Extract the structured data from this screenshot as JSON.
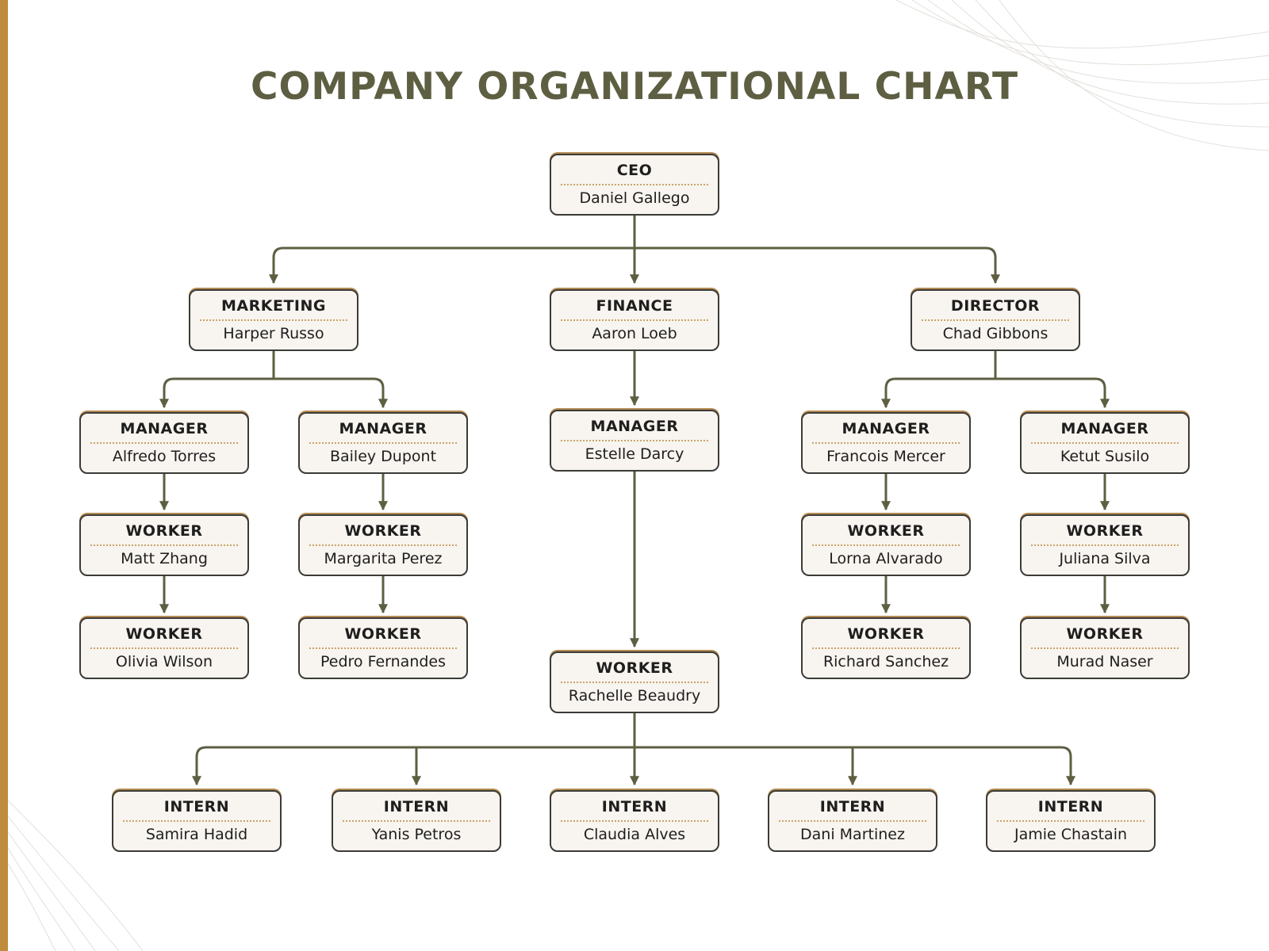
{
  "title": "COMPANY ORGANIZATIONAL CHART",
  "colors": {
    "title": "#5e5f42",
    "connector": "#5e5f42",
    "node_fill": "#f8f4ef",
    "node_border": "#3b3b38",
    "accent_border": "#bf8b3c"
  },
  "nodes": {
    "ceo": {
      "role": "CEO",
      "name": "Daniel Gallego"
    },
    "marketing": {
      "role": "MARKETING",
      "name": "Harper Russo"
    },
    "finance": {
      "role": "FINANCE",
      "name": "Aaron Loeb"
    },
    "director": {
      "role": "DIRECTOR",
      "name": "Chad Gibbons"
    },
    "mgr_alfredo": {
      "role": "MANAGER",
      "name": "Alfredo Torres"
    },
    "mgr_bailey": {
      "role": "MANAGER",
      "name": "Bailey Dupont"
    },
    "mgr_estelle": {
      "role": "MANAGER",
      "name": "Estelle Darcy"
    },
    "mgr_francois": {
      "role": "MANAGER",
      "name": "Francois Mercer"
    },
    "mgr_ketut": {
      "role": "MANAGER",
      "name": "Ketut Susilo"
    },
    "wkr_matt": {
      "role": "WORKER",
      "name": "Matt Zhang"
    },
    "wkr_margarita": {
      "role": "WORKER",
      "name": "Margarita Perez"
    },
    "wkr_lorna": {
      "role": "WORKER",
      "name": "Lorna Alvarado"
    },
    "wkr_juliana": {
      "role": "WORKER",
      "name": "Juliana Silva"
    },
    "wkr_olivia": {
      "role": "WORKER",
      "name": "Olivia Wilson"
    },
    "wkr_pedro": {
      "role": "WORKER",
      "name": "Pedro Fernandes"
    },
    "wkr_rachelle": {
      "role": "WORKER",
      "name": "Rachelle Beaudry"
    },
    "wkr_richard": {
      "role": "WORKER",
      "name": "Richard Sanchez"
    },
    "wkr_murad": {
      "role": "WORKER",
      "name": "Murad Naser"
    },
    "int_samira": {
      "role": "INTERN",
      "name": "Samira Hadid"
    },
    "int_yanis": {
      "role": "INTERN",
      "name": "Yanis Petros"
    },
    "int_claudia": {
      "role": "INTERN",
      "name": "Claudia Alves"
    },
    "int_dani": {
      "role": "INTERN",
      "name": "Dani Martinez"
    },
    "int_jamie": {
      "role": "INTERN",
      "name": "Jamie Chastain"
    }
  }
}
